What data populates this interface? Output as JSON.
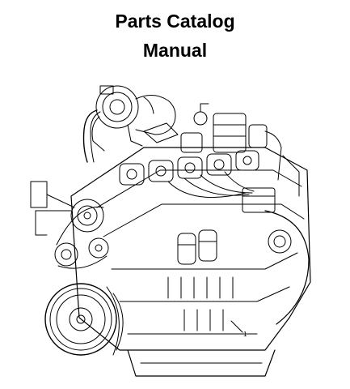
{
  "document": {
    "title_line1": "Parts Catalog",
    "title_line2": "Manual"
  },
  "illustration": {
    "subject": "engine-line-drawing",
    "callout_number": "1"
  },
  "colors": {
    "ink": "#000000",
    "background": "#ffffff"
  }
}
